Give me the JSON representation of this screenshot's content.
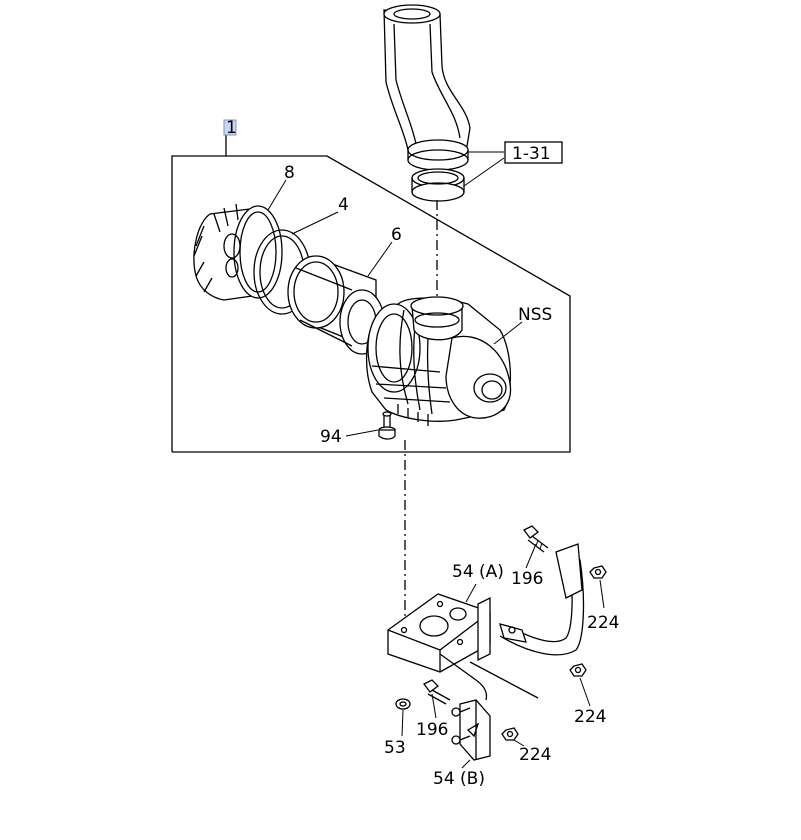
{
  "callouts": {
    "assembly": "1",
    "ref_1_31": "1-31",
    "p8": "8",
    "p4": "4",
    "p6": "6",
    "nss": "NSS",
    "p94": "94",
    "p54a": "54 (A)",
    "p196_top": "196",
    "p224_top": "224",
    "p224_mid": "224",
    "p196_bottom": "196",
    "p224_bottom": "224",
    "p53": "53",
    "p54b": "54 (B)"
  },
  "colors": {
    "line": "#000000",
    "background": "#ffffff",
    "highlight": "#c9d6f2"
  }
}
